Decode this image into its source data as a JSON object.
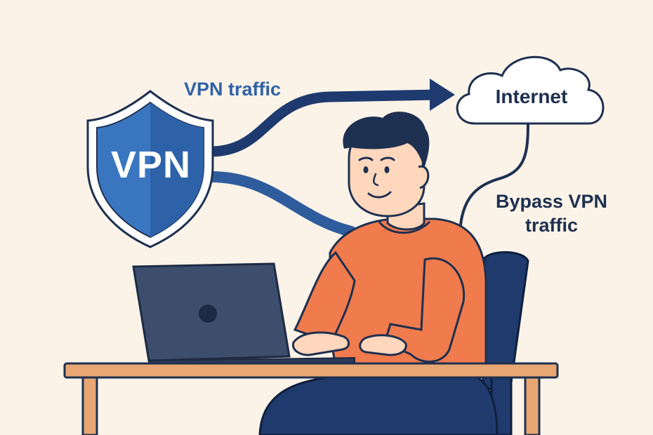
{
  "labels": {
    "vpn_traffic": "VPN traffic",
    "internet": "Internet",
    "bypass_vpn_traffic": "Bypass VPN traffic",
    "shield_text": "VPN"
  },
  "colors": {
    "background": "#fbf3e8",
    "vpn_blue": "#2f62a6",
    "navy": "#1e3050",
    "sweater_orange": "#f07b4d",
    "desk_tan": "#e7a672",
    "laptop_slate": "#3d4e6d",
    "chair_navy": "#1f3b6e"
  },
  "icons": [
    "shield-icon",
    "cloud-icon",
    "laptop-icon",
    "arrow-icon"
  ]
}
